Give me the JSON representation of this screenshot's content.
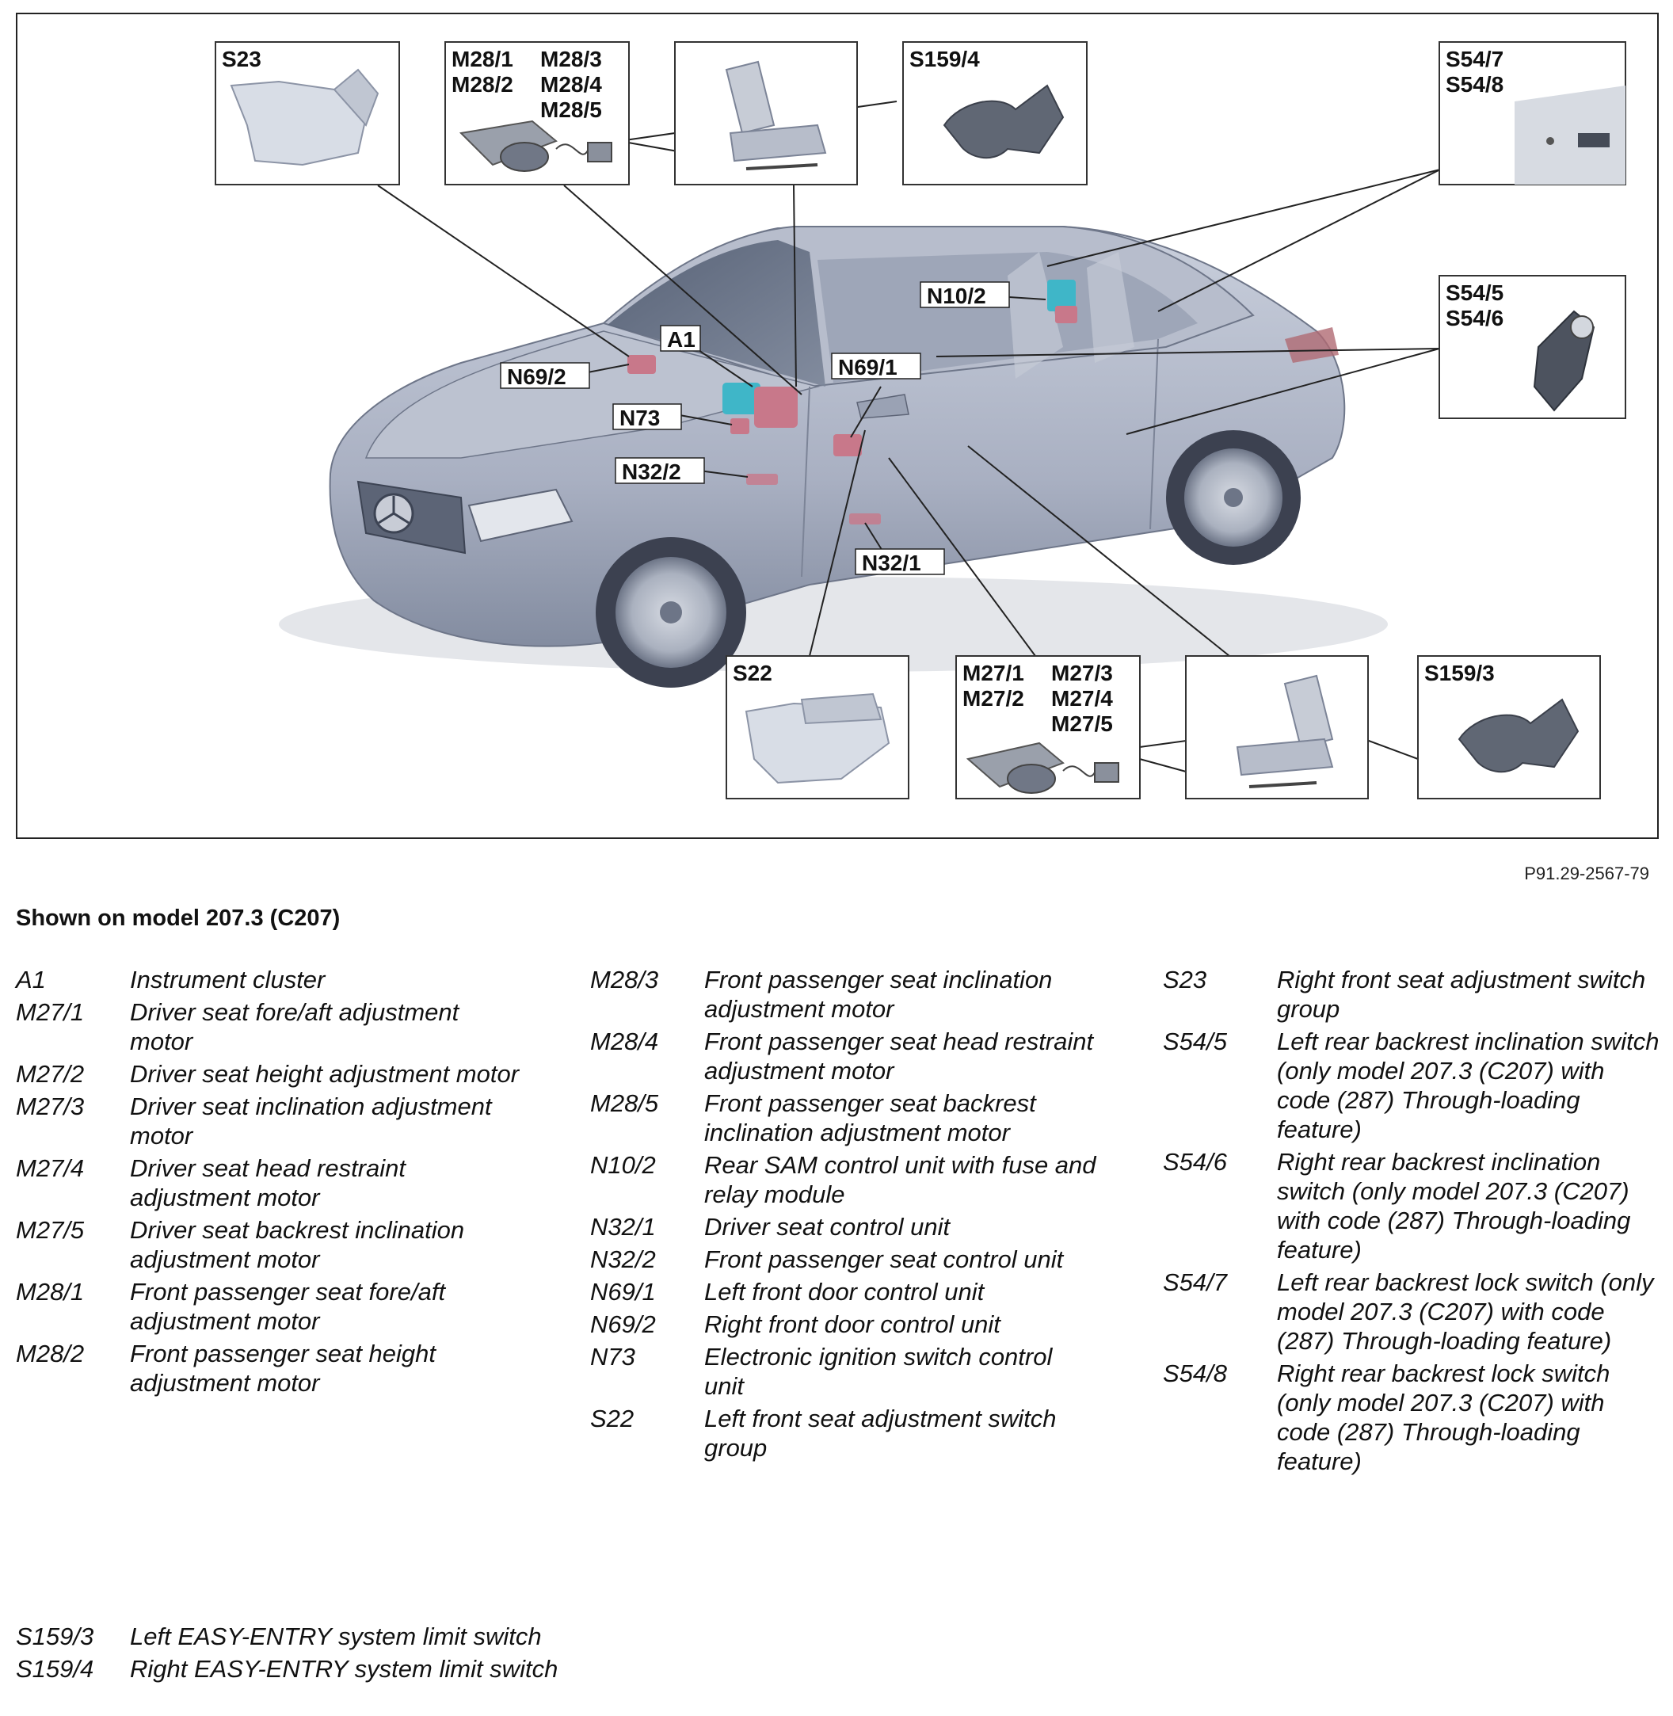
{
  "diagram": {
    "component_boxes": [
      {
        "id": "s23",
        "lines": [
          "S23"
        ]
      },
      {
        "id": "m28",
        "lines": [
          "M28/1",
          "M28/2"
        ],
        "lines2": [
          "M28/3",
          "M28/4",
          "M28/5"
        ]
      },
      {
        "id": "seat-top",
        "lines": []
      },
      {
        "id": "s159-4",
        "lines": [
          "S159/4"
        ]
      },
      {
        "id": "s54-78",
        "lines": [
          "S54/7",
          "S54/8"
        ]
      },
      {
        "id": "s54-56",
        "lines": [
          "S54/5",
          "S54/6"
        ]
      },
      {
        "id": "s22",
        "lines": [
          "S22"
        ]
      },
      {
        "id": "m27",
        "lines": [
          "M27/1",
          "M27/2"
        ],
        "lines2": [
          "M27/3",
          "M27/4",
          "M27/5"
        ]
      },
      {
        "id": "seat-bottom",
        "lines": []
      },
      {
        "id": "s159-3",
        "lines": [
          "S159/3"
        ]
      }
    ],
    "callouts": {
      "a1": "A1",
      "n69_2": "N69/2",
      "n73": "N73",
      "n32_2": "N32/2",
      "n10_2": "N10/2",
      "n69_1": "N69/1",
      "n32_1": "N32/1"
    },
    "colors": {
      "body": "#a9b0c2",
      "body_dark": "#7f889c",
      "glass": "#5f6a80",
      "component_red": "#c8788a",
      "component_cyan": "#3fb6c8",
      "line": "#222222"
    }
  },
  "figure_id": "P91.29-2567-79",
  "caption": "Shown on model 207.3 (C207)",
  "legend": {
    "col1": [
      {
        "code": "A1",
        "desc": "Instrument cluster"
      },
      {
        "code": "M27/1",
        "desc": "Driver seat fore/aft adjustment motor"
      },
      {
        "code": "M27/2",
        "desc": "Driver seat height adjustment motor"
      },
      {
        "code": "M27/3",
        "desc": "Driver seat inclination adjustment motor"
      },
      {
        "code": "M27/4",
        "desc": "Driver seat head restraint adjustment motor"
      },
      {
        "code": "M27/5",
        "desc": "Driver seat backrest inclination adjustment motor"
      },
      {
        "code": "M28/1",
        "desc": "Front passenger seat fore/aft adjustment motor"
      },
      {
        "code": "M28/2",
        "desc": "Front passenger seat height adjustment motor"
      }
    ],
    "col2": [
      {
        "code": "M28/3",
        "desc": "Front passenger seat inclination adjustment motor"
      },
      {
        "code": "M28/4",
        "desc": "Front passenger seat head restraint adjustment motor"
      },
      {
        "code": "M28/5",
        "desc": "Front passenger seat backrest inclination adjustment motor"
      },
      {
        "code": "N10/2",
        "desc": "Rear SAM control unit with fuse and relay module"
      },
      {
        "code": "N32/1",
        "desc": "Driver seat control unit"
      },
      {
        "code": "N32/2",
        "desc": "Front passenger seat control unit"
      },
      {
        "code": "N69/1",
        "desc": "Left front door control unit"
      },
      {
        "code": "N69/2",
        "desc": "Right front door control unit"
      },
      {
        "code": "N73",
        "desc": "Electronic ignition switch control unit"
      },
      {
        "code": "S22",
        "desc": "Left front seat adjustment switch group"
      }
    ],
    "col3": [
      {
        "code": "S23",
        "desc": "Right front seat adjustment switch group"
      },
      {
        "code": "S54/5",
        "desc": "Left rear backrest inclination switch (only model 207.3 (C207) with code (287) Through-loading feature)"
      },
      {
        "code": "S54/6",
        "desc": "Right rear backrest inclination switch (only model 207.3 (C207) with code (287) Through-loading feature)"
      },
      {
        "code": "S54/7",
        "desc": "Left rear backrest lock switch (only model 207.3 (C207) with code (287) Through-loading feature)"
      },
      {
        "code": "S54/8",
        "desc": "Right rear backrest lock switch (only model 207.3 (C207) with code (287) Through-loading feature)"
      }
    ],
    "col4": [
      {
        "code": "S159/3",
        "desc": "Left EASY-ENTRY system limit switch"
      },
      {
        "code": "S159/4",
        "desc": "Right EASY-ENTRY system limit switch"
      }
    ]
  }
}
